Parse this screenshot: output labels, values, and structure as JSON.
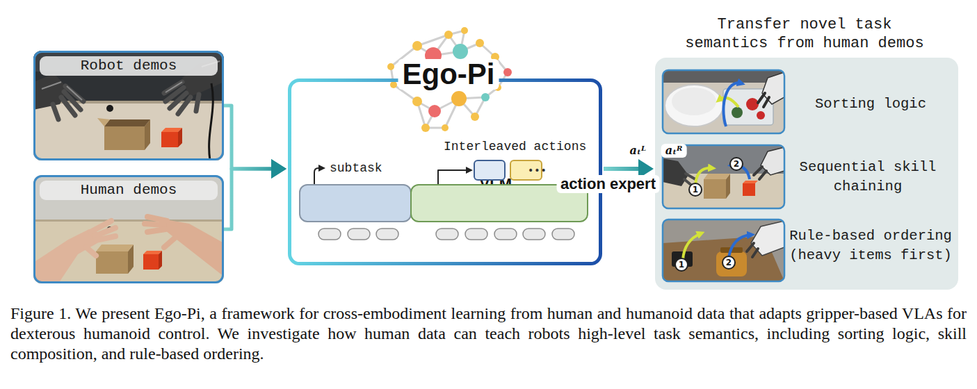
{
  "diagram": {
    "caption": "Figure 1. We present Ego-Pi, a framework for cross-embodiment learning from human and humanoid data that adapts gripper-based VLAs for dexterous humanoid control. We investigate how human data can teach robots high-level task semantics, including sorting logic, skill composition, and rule-based ordering.",
    "nodes": [
      {
        "text": [
          "Robot demos"
        ]
      },
      {
        "text": [
          "Human demos"
        ]
      },
      {
        "text": [
          "Ego-Pi"
        ]
      },
      {
        "text": [
          "VLM"
        ],
        "in": 2
      },
      {
        "text": [
          "action expert"
        ],
        "in": 2
      },
      {
        "text": [
          "aₜᴸ"
        ],
        "in": 2
      },
      {
        "text": [
          "aₜᴿ"
        ],
        "in": 2
      },
      {
        "text": [
          "Transfer novel task semantics from human demos"
        ]
      }
    ],
    "edges": [
      {
        "from": 0,
        "to": 2,
        "arrow": "to"
      },
      {
        "from": 1,
        "to": 2,
        "arrow": "to"
      },
      {
        "from": 4,
        "to": 5,
        "arrow": "to"
      },
      {
        "from": 2,
        "to": 7,
        "arrow": "to"
      }
    ],
    "labels": [
      "subtask",
      "Interleaved actions",
      "•••",
      "Sorting logic",
      "Sequential skill chaining",
      "1",
      "2",
      "Rule-based ordering (heavy items first)",
      "1",
      "2"
    ]
  }
}
